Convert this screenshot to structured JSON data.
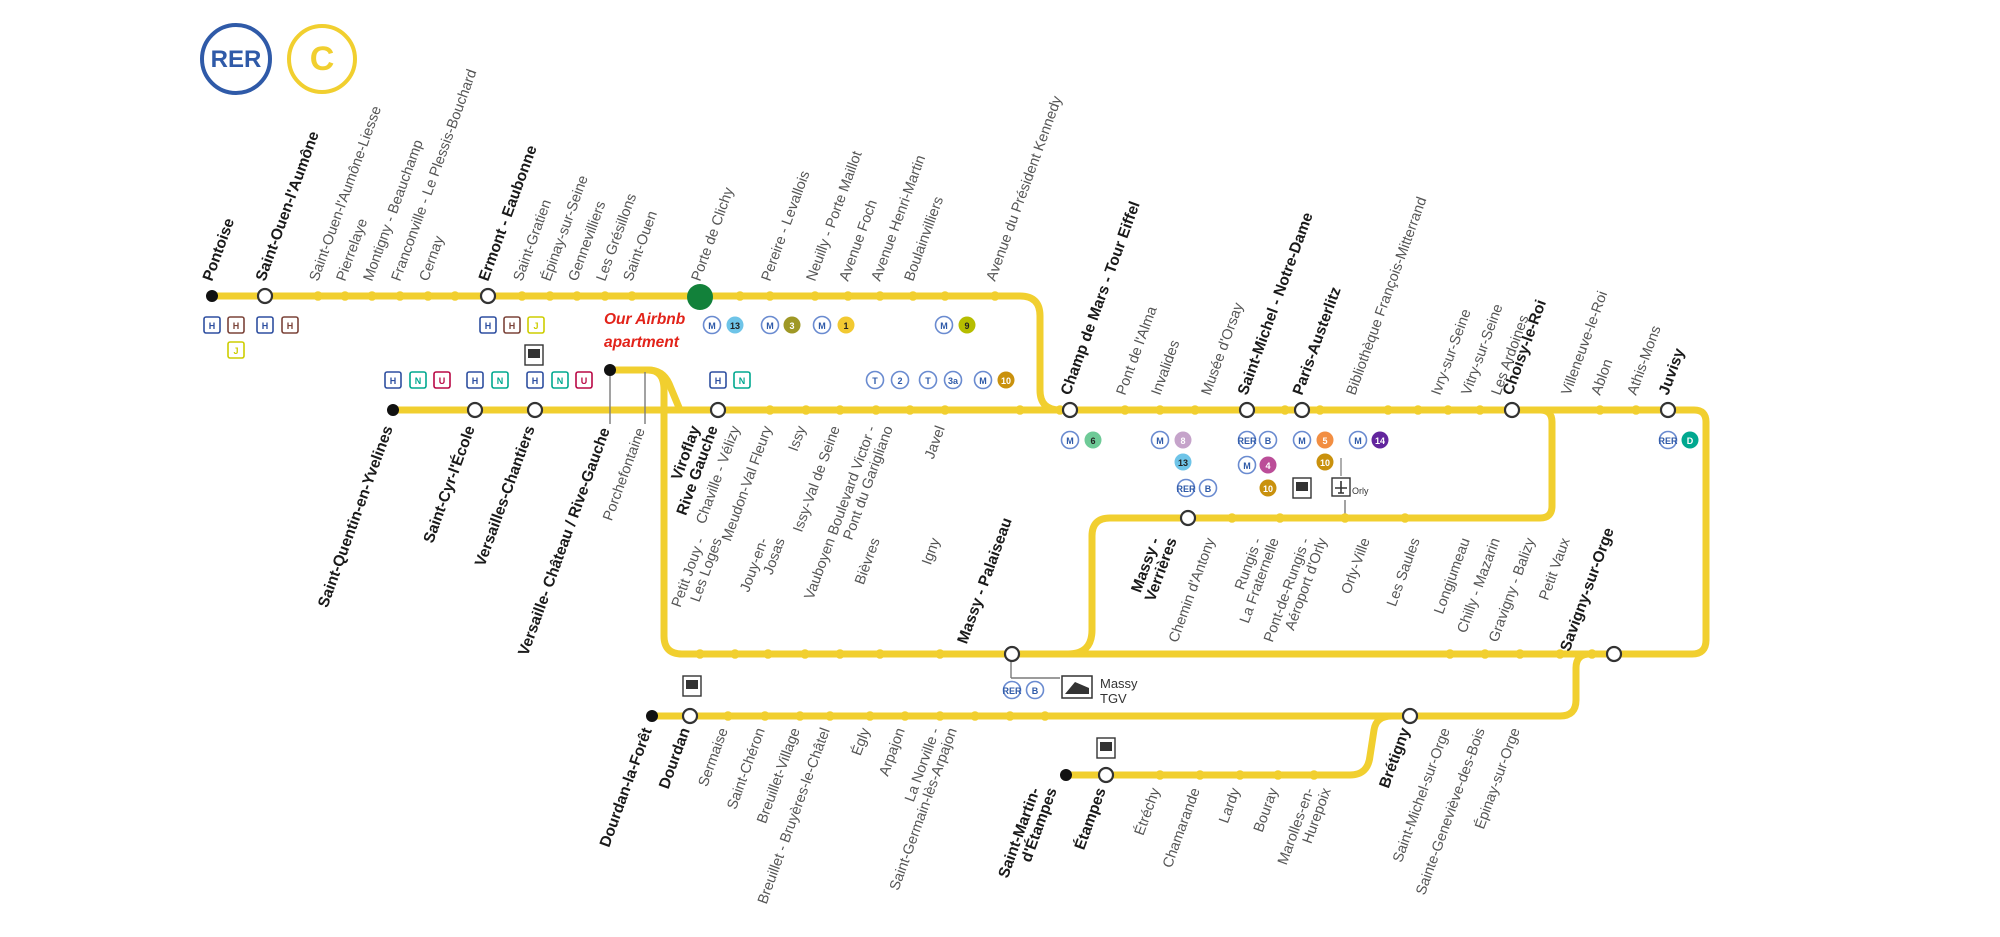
{
  "logo": {
    "rer": "RER",
    "line": "C",
    "rer_color": "#2f5aa8",
    "line_color": "#f1cf2f"
  },
  "annotation": {
    "line1": "Our Airbnb",
    "line2": "apartment",
    "color": "#e2231a",
    "marker_color": "#12813a"
  },
  "colors": {
    "line": "#f1cf2f",
    "metro_blue": "#6a8bd0"
  },
  "stations": {
    "pontoise": "Pontoise",
    "saint_ouen_laumone": "Saint-Ouen-l'Aumône",
    "so_laumone_liesse": "Saint-Ouen-l'Aumône-Liesse",
    "pierrelaye": "Pierrelaye",
    "montigny": "Montigny - Beauchamp",
    "franconville": "Franconville - Le Plessis-Bouchard",
    "cernay": "Cernay",
    "ermont": "Ermont - Eaubonne",
    "saint_gratien": "Saint-Gratien",
    "epinay_seine": "Épinay-sur-Seine",
    "gennevilliers": "Gennevilliers",
    "gresillons": "Les Grésillons",
    "saint_ouen": "Saint-Ouen",
    "porte_clichy": "Porte de Clichy",
    "pereire": "Pereire - Levallois",
    "neuilly": "Neuilly - Porte Maillot",
    "foch": "Avenue Foch",
    "henri_martin": "Avenue Henri-Martin",
    "boulainvilliers": "Boulainvilliers",
    "kennedy": "Avenue du Président Kennedy",
    "champ_de_mars": "Champ de Mars - Tour Eiffel",
    "alma": "Pont de l'Alma",
    "invalides": "Invalides",
    "orsay": "Musée d'Orsay",
    "st_michel": "Saint-Michel - Notre-Dame",
    "austerlitz": "Paris-Austerlitz",
    "bfm": "Bibliothèque François-Mitterrand",
    "ivry": "Ivry-sur-Seine",
    "vitry": "Vitry-sur-Seine",
    "ardoines": "Les Ardoines",
    "choisy": "Choisy-le-Roi",
    "villeneuve": "Villeneuve-le-Roi",
    "ablon": "Ablon",
    "athis": "Athis-Mons",
    "juvisy": "Juvisy",
    "sq_yvelines": "Saint-Quentin-en-Yvelines",
    "st_cyr": "Saint-Cyr-l'École",
    "vers_chantiers": "Versailles-Chantiers",
    "vers_rg": "Versaille- Château / Rive-Gauche",
    "porchefontaine": "Porchefontaine",
    "viroflay_1": "Viroflay",
    "viroflay_2": "Rive Gauche",
    "chaville": "Chaville - Vélizy",
    "meudon": "Meudon-Val Fleury",
    "issy": "Issy",
    "issy_vds": "Issy-Val de Seine",
    "bvg_1": "Boulevard Victor -",
    "bvg_2": "Pont du Garigliano",
    "javel": "Javel",
    "petit_jouy_1": "Petit Jouy -",
    "petit_jouy_2": "Les Loges",
    "jouy_1": "Jouy-en-",
    "jouy_2": "Josas",
    "vauboyen": "Vauboyen",
    "bievres": "Bièvres",
    "igny": "Igny",
    "massy_pal": "Massy - Palaiseau",
    "massy_ver_1": "Massy -",
    "massy_ver_2": "Verrières",
    "chemin_antony": "Chemin d'Antony",
    "rungis_1": "Rungis -",
    "rungis_2": "La Fraternelle",
    "pdr_1": "Pont-de-Rungis -",
    "pdr_2": "Aéroport d'Orly",
    "orly_ville": "Orly-Ville",
    "saules": "Les Saules",
    "longjumeau": "Longjumeau",
    "chilly": "Chilly - Mazarin",
    "gravigny": "Gravigny - Balizy",
    "petit_vaux": "Petit Vaux",
    "savigny": "Savigny-sur-Orge",
    "dourdan_foret": "Dourdan-la-Forêt",
    "dourdan": "Dourdan",
    "sermaise": "Sermaise",
    "st_cheron": "Saint-Chéron",
    "breuillet_v": "Breuillet-Village",
    "breuillet_b": "Breuillet - Bruyères-le-Châtel",
    "egly": "Égly",
    "arpajon": "Arpajon",
    "norville_1": "La Norville -",
    "norville_2": "Saint-Germain-lès-Arpajon",
    "bretigny": "Brétigny",
    "st_michel_orge": "Saint-Michel-sur-Orge",
    "ste_genevieve": "Sainte-Geneviève-des-Bois",
    "epinay_orge": "Épinay-sur-Orge",
    "st_martin_1": "Saint-Martin-",
    "st_martin_2": "d'Étampes",
    "etampes": "Étampes",
    "etrechy": "Étréchy",
    "chamarande": "Chamarande",
    "lardy": "Lardy",
    "bouray": "Bouray",
    "marolles_1": "Marolles-en-",
    "marolles_2": "Hurepoix"
  },
  "extra": {
    "massy_tgv_1": "Massy",
    "massy_tgv_2": "TGV",
    "orly": "Orly"
  },
  "corr": {
    "m": "M",
    "t": "T",
    "h": "H",
    "j": "J",
    "n": "N",
    "u": "U",
    "b": "B",
    "d": "D",
    "m13": "13",
    "m3": "3",
    "m1": "1",
    "m9": "9",
    "t2": "2",
    "t3a": "3a",
    "m10": "10",
    "m6": "6",
    "m8": "8",
    "m4": "4",
    "m5": "5",
    "m14": "14",
    "rer": "RER"
  },
  "corr_colors": {
    "m13": "#6ec4e8",
    "m3": "#9f9825",
    "m1": "#f2c931",
    "m9": "#b6bd00",
    "t2": "#cf009e",
    "t3a": "#ff7f41",
    "m10": "#c9910d",
    "m6": "#6eca97",
    "m8": "#c5a3ca",
    "m4": "#bb4d98",
    "m5": "#f28e42",
    "m14": "#62259d",
    "h": "#7b4339",
    "j": "#cdcd00",
    "n": "#00a88f",
    "u": "#b90845",
    "b": "#5291ce",
    "d": "#00a88f",
    "transilien": "#2e4fa0"
  }
}
